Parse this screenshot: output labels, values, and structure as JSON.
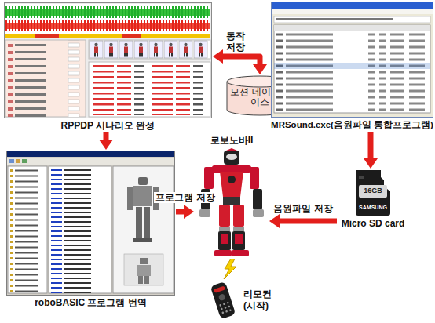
{
  "diagram": {
    "nodes": [
      {
        "text": [
          "RPPDP 시나리오 완성"
        ]
      },
      {
        "text": [
          "모션 데이터베이스"
        ]
      },
      {
        "text": [
          "MRSound.exe(음원파일 통합프로그램)"
        ]
      },
      {
        "text": [
          "roboBASIC 프로그램 번역"
        ]
      },
      {
        "text": [
          "로보노바II"
        ]
      },
      {
        "text": [
          "Micro SD card"
        ]
      },
      {
        "text": [
          "리모컨 (시작)"
        ]
      }
    ],
    "edges": [
      {
        "from": 0,
        "to": 1,
        "arrow": "both",
        "label": "동작 저장"
      },
      {
        "from": 0,
        "to": 3,
        "arrow": "to"
      },
      {
        "from": 2,
        "to": 5,
        "arrow": "to"
      },
      {
        "from": 3,
        "to": 4,
        "arrow": "to",
        "label": "프로그램 저장"
      },
      {
        "from": 5,
        "to": 4,
        "arrow": "to",
        "label": "음원파일 저장"
      }
    ],
    "labels": [
      "16GB",
      "SAMSUNG"
    ]
  }
}
